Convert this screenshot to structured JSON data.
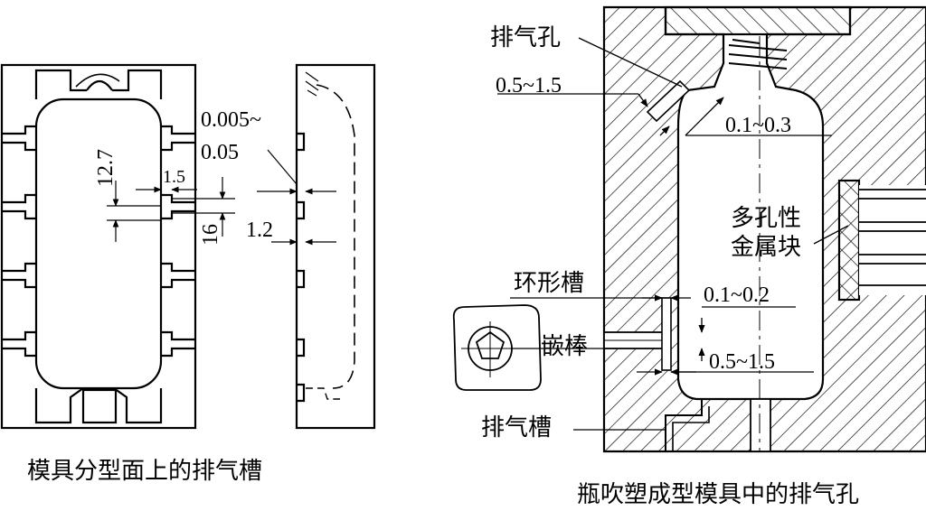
{
  "left_figure": {
    "caption": "模具分型面上的排气槽",
    "dims": {
      "d1": "12.7",
      "d2": "1.5",
      "d3": "16",
      "d4a": "0.005~",
      "d4b": "0.05",
      "d5": "1.2"
    }
  },
  "right_figure": {
    "caption": "瓶吹塑成型模具中的排气孔",
    "labels": {
      "vent_hole": "排气孔",
      "range_a": "0.5~1.5",
      "range_b": "0.1~0.3",
      "porous_1": "多孔性",
      "porous_2": "金属块",
      "ring_groove": "环形槽",
      "range_c": "0.1~0.2",
      "insert_rod": "嵌棒",
      "range_d": "0.5~1.5",
      "vent_groove": "排气槽"
    }
  }
}
